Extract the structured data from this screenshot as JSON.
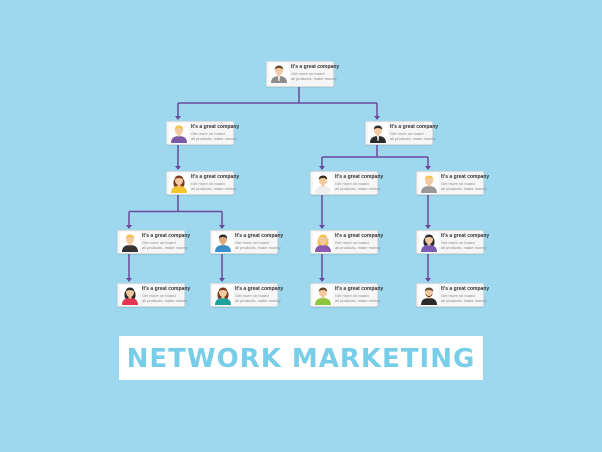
{
  "title": "NETWORK MARKETING",
  "colors": {
    "background": "#9dd8ee",
    "connector": "#6a4a9c",
    "title_text": "#78cde8",
    "card": "#f6f6f6"
  },
  "nodes": [
    {
      "id": "root",
      "parent": null,
      "avatar": "businessman-gray-suit",
      "line1": "It's a great company",
      "line2": "Get more on board",
      "line3": "all products, make money"
    },
    {
      "id": "l1-left",
      "parent": "root",
      "avatar": "blonde-man-purple-shirt",
      "line1": "It's a great company",
      "line2": "Get more on board",
      "line3": "all products, make money"
    },
    {
      "id": "l1-right",
      "parent": "root",
      "avatar": "man-black-suit-bowtie",
      "line1": "It's a great company",
      "line2": "Get more on board",
      "line3": "all products, make money"
    },
    {
      "id": "l2-left",
      "parent": "l1-left",
      "avatar": "woman-yellow-top",
      "line1": "It's a great company",
      "line2": "Get more on board",
      "line3": "all products, make money"
    },
    {
      "id": "l2-mid",
      "parent": "l1-right",
      "avatar": "man-white-shirt",
      "line1": "It's a great company",
      "line2": "Get more on board",
      "line3": "all products, make money"
    },
    {
      "id": "l2-right",
      "parent": "l1-right",
      "avatar": "blonde-man-gray-shirt",
      "line1": "It's a great company",
      "line2": "Get more on board",
      "line3": "all products, make money"
    },
    {
      "id": "l3-1",
      "parent": "l2-left",
      "avatar": "blonde-man-black-shirt",
      "line1": "It's a great company",
      "line2": "Get more on board",
      "line3": "all products, make money"
    },
    {
      "id": "l3-2",
      "parent": "l2-left",
      "avatar": "man-blue-shirt",
      "line1": "It's a great company",
      "line2": "Get more on board",
      "line3": "all products, make money"
    },
    {
      "id": "l3-3",
      "parent": "l2-mid",
      "avatar": "blonde-woman-purple-top",
      "line1": "It's a great company",
      "line2": "Get more on board",
      "line3": "all products, make money"
    },
    {
      "id": "l3-4",
      "parent": "l2-right",
      "avatar": "woman-purple-top",
      "line1": "It's a great company",
      "line2": "Get more on board",
      "line3": "all products, make money"
    },
    {
      "id": "l4-1",
      "parent": "l3-1",
      "avatar": "woman-red-top",
      "line1": "It's a great company",
      "line2": "Get more on board",
      "line3": "all products, make money"
    },
    {
      "id": "l4-2",
      "parent": "l3-2",
      "avatar": "woman-teal-top",
      "line1": "It's a great company",
      "line2": "Get more on board",
      "line3": "all products, make money"
    },
    {
      "id": "l4-3",
      "parent": "l3-3",
      "avatar": "man-green-shirt",
      "line1": "It's a great company",
      "line2": "Get more on board",
      "line3": "all products, make money"
    },
    {
      "id": "l4-4",
      "parent": "l3-4",
      "avatar": "man-beard-glasses-black-shirt",
      "line1": "It's a great company",
      "line2": "Get more on board",
      "line3": "all products, make money"
    }
  ]
}
